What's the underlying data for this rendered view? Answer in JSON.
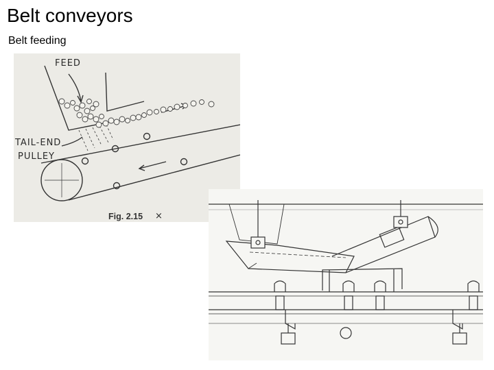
{
  "slide": {
    "title": "Belt conveyors",
    "subtitle": "Belt feeding"
  },
  "figure_a": {
    "label_feed": "FEED",
    "label_tail_end_1": "TAIL-END",
    "label_tail_end_2": "PULLEY",
    "caption": "Fig. 2.15"
  }
}
